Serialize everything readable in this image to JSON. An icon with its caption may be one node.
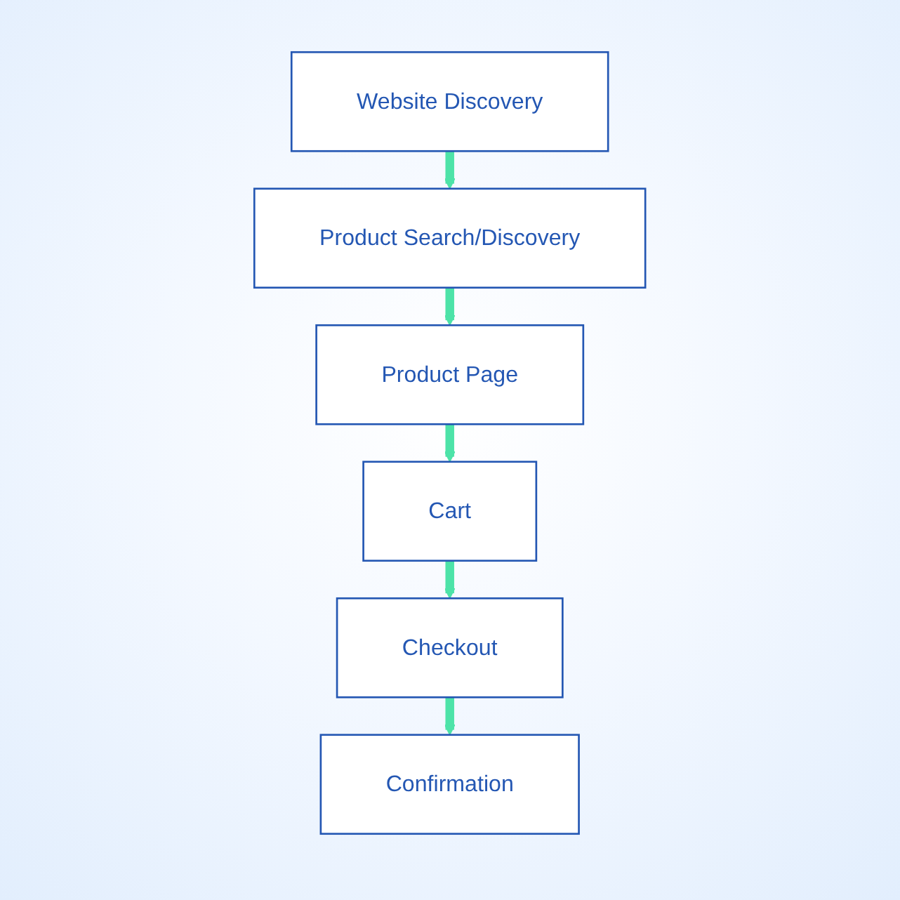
{
  "diagram": {
    "nodes": [
      {
        "text": [
          "Website Discovery"
        ]
      },
      {
        "text": [
          "Product Search/Discovery"
        ]
      },
      {
        "text": [
          "Product Page"
        ]
      },
      {
        "text": [
          "Cart"
        ]
      },
      {
        "text": [
          "Checkout"
        ]
      },
      {
        "text": [
          "Confirmation"
        ]
      }
    ],
    "edges": [
      {
        "from": 0,
        "to": 1,
        "arrow": "to"
      },
      {
        "from": 1,
        "to": 2,
        "arrow": "to"
      },
      {
        "from": 2,
        "to": 3,
        "arrow": "to"
      },
      {
        "from": 3,
        "to": 4,
        "arrow": "to"
      },
      {
        "from": 4,
        "to": 5,
        "arrow": "to"
      }
    ]
  }
}
